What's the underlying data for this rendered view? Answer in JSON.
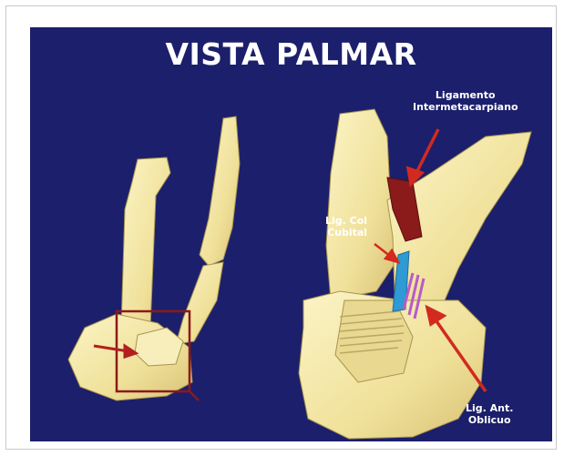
{
  "title": "VISTA PALMAR",
  "labels": {
    "ligamento": [
      "Ligamento",
      "Intermetacarpiano"
    ],
    "col_cubital": [
      "Lig. Col",
      "Cubital"
    ],
    "ant_oblicuo": [
      "Lig. Ant.",
      "Oblicuo"
    ]
  },
  "colors": {
    "background": "#1c1f6b",
    "bone": "#f2e6a8",
    "arrow": "#d22a1f",
    "ligament_intermetacarpal": "#8b1a1a",
    "ligament_col_cubital": "#2f9ad4",
    "ligament_ant_oblicuo": "#b75bc9",
    "highlight_box": "#8b1a1a"
  }
}
